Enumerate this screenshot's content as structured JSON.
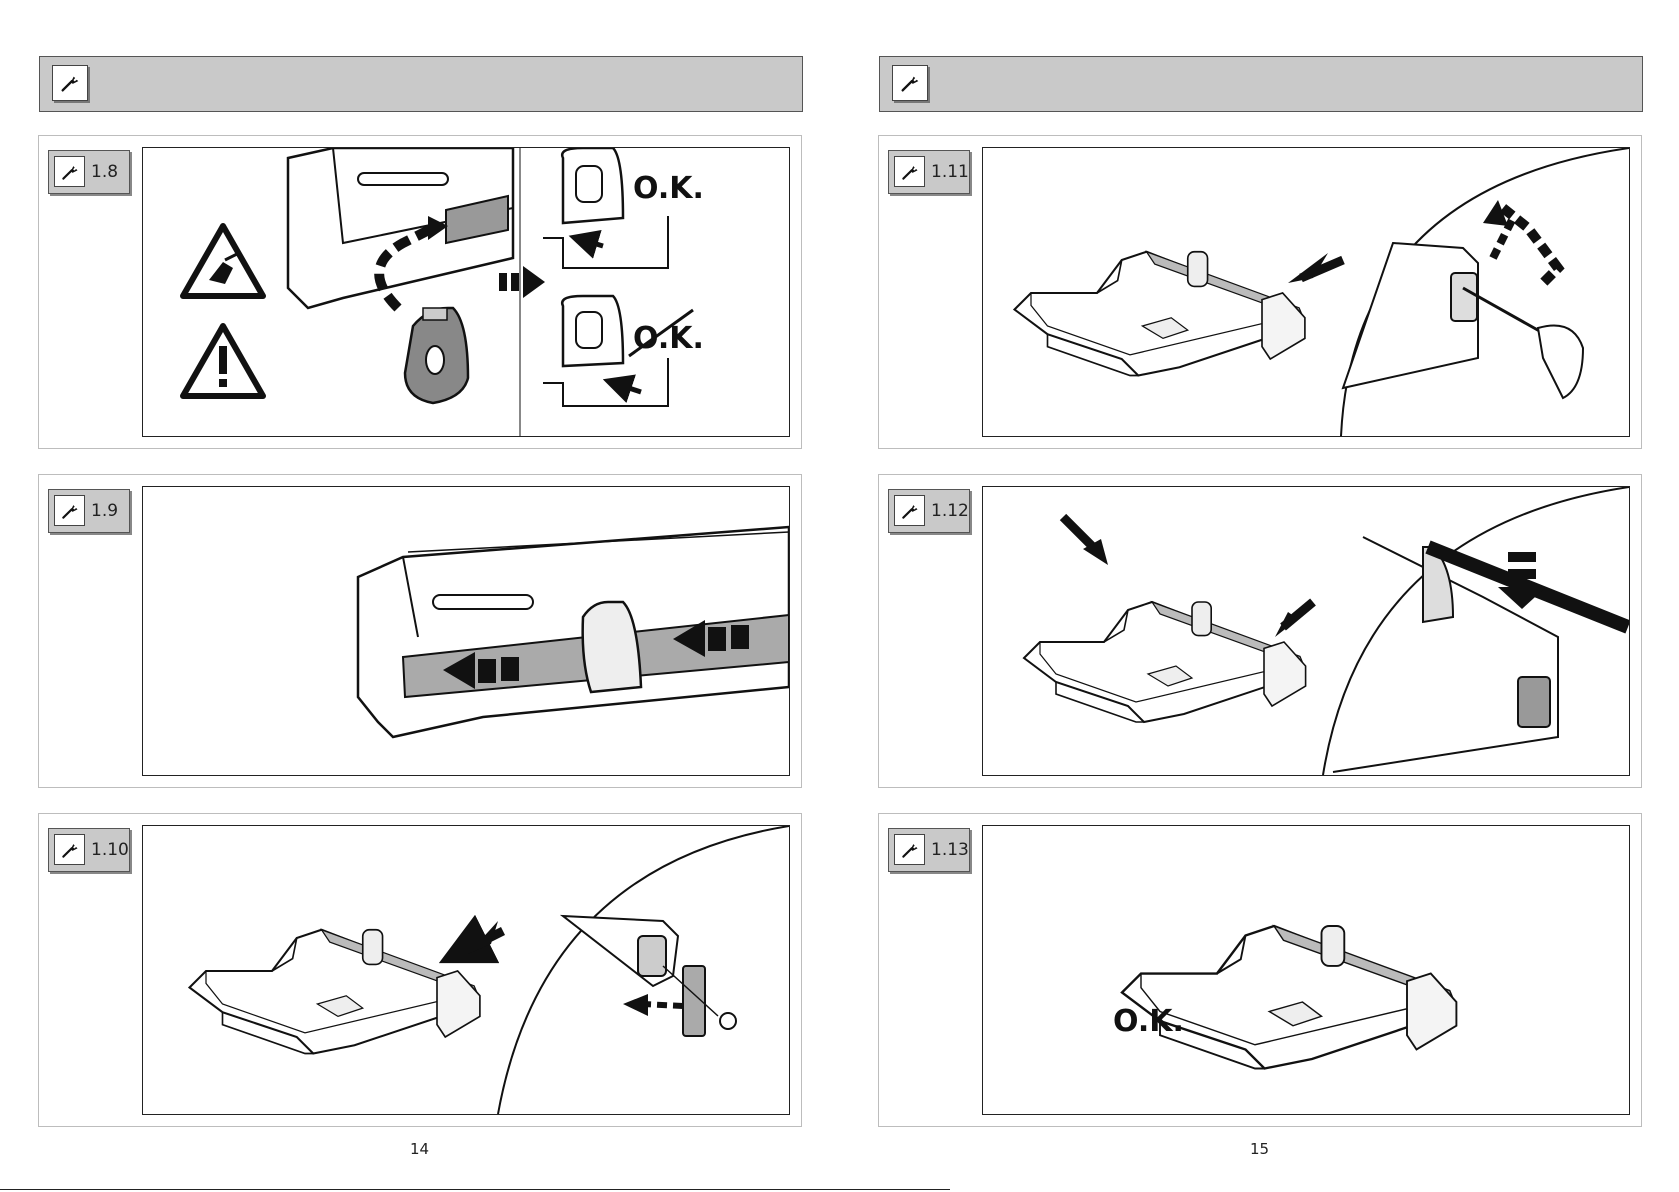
{
  "pages": [
    {
      "page_number": "14",
      "steps": [
        {
          "number": "1.8",
          "ok_label": "O.K.",
          "not_ok_label": "O.K."
        },
        {
          "number": "1.9"
        },
        {
          "number": "1.10"
        }
      ]
    },
    {
      "page_number": "15",
      "steps": [
        {
          "number": "1.11"
        },
        {
          "number": "1.12"
        },
        {
          "number": "1.13",
          "ok_label": "O.K."
        }
      ]
    }
  ],
  "icons": {
    "step_icon": "wrench-icon",
    "warning_icon": "warning-icon",
    "hand_cut_icon": "hand-cut-warning-icon"
  }
}
